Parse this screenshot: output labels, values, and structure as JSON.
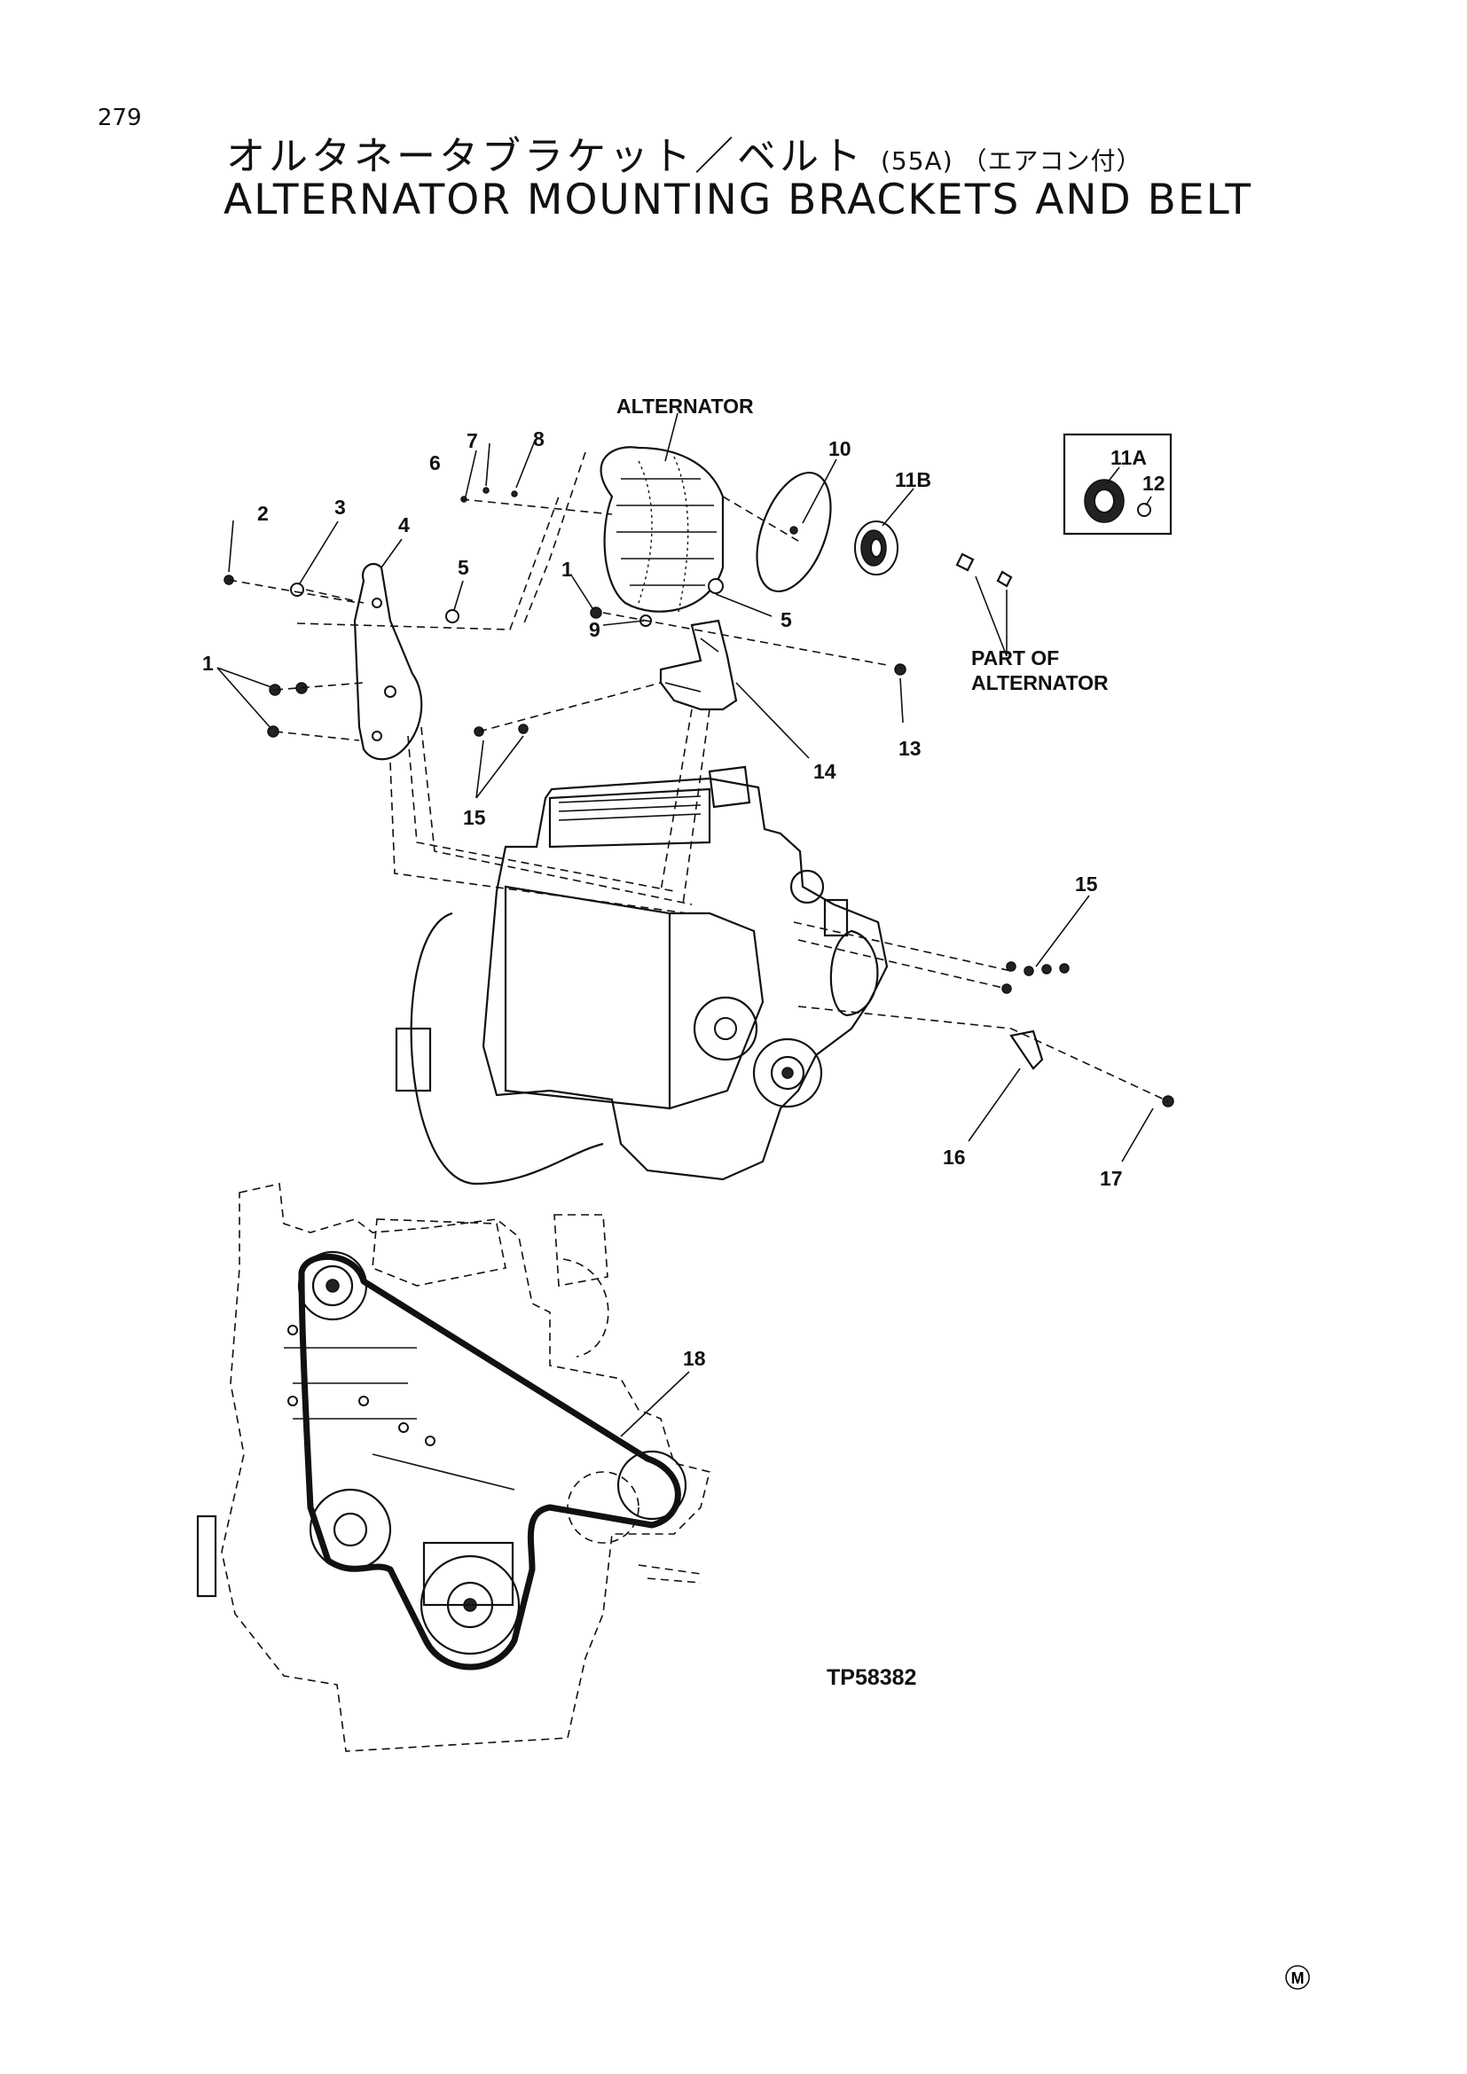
{
  "page": {
    "number": "279"
  },
  "title": {
    "japanese": "オルタネータブラケット／ベルト",
    "japanese_suffix": "(55A) （エアコン付）",
    "english": "ALTERNATOR MOUNTING BRACKETS AND BELT"
  },
  "labels": {
    "alternator": "ALTERNATOR",
    "part_of_line1": "PART OF",
    "part_of_line2": "ALTERNATOR",
    "figure_code": "TP58382",
    "circle_m": "M"
  },
  "callouts": {
    "c1a": "1",
    "c1b": "1",
    "c2": "2",
    "c3": "3",
    "c4": "4",
    "c5a": "5",
    "c5b": "5",
    "c6": "6",
    "c7": "7",
    "c8": "8",
    "c9": "9",
    "c10": "10",
    "c11a": "11A",
    "c11b": "11B",
    "c12": "12",
    "c13": "13",
    "c14": "14",
    "c15a": "15",
    "c15b": "15",
    "c16": "16",
    "c17": "17",
    "c18": "18"
  }
}
